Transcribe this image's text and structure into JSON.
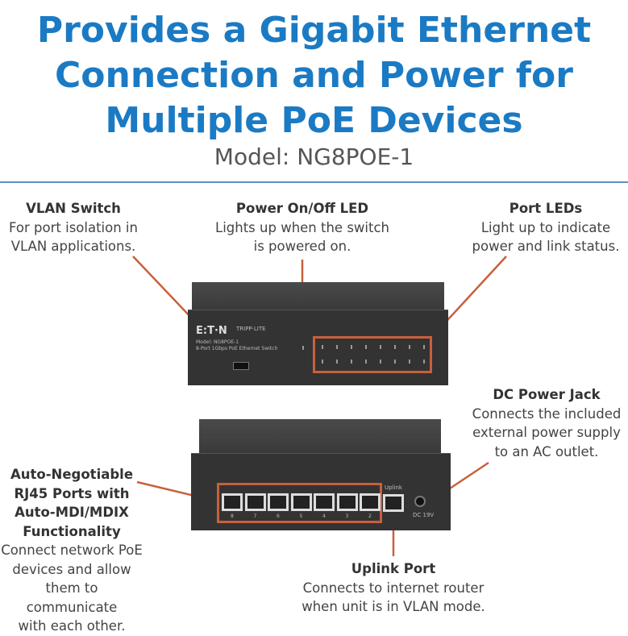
{
  "header": {
    "title_lines": [
      "Provides a Gigabit Ethernet",
      "Connection and Power for",
      "Multiple PoE Devices"
    ],
    "model": "Model: NG8POE-1"
  },
  "colors": {
    "title": "#1b7ac4",
    "leader_lines": "#c8603c",
    "divider": "#5b8fc4"
  },
  "callouts": {
    "vlan": {
      "heading": "VLAN Switch",
      "lines": [
        "For port isolation in",
        "VLAN applications."
      ]
    },
    "power_led": {
      "heading": "Power On/Off LED",
      "lines": [
        "Lights up when the switch",
        "is powered on."
      ]
    },
    "port_leds": {
      "heading": "Port LEDs",
      "lines": [
        "Light up to indicate",
        "power and link status."
      ]
    },
    "dc_jack": {
      "heading": "DC Power Jack",
      "lines": [
        "Connects the included",
        "external power supply",
        "to an AC outlet."
      ]
    },
    "rj45": {
      "heading_lines": [
        "Auto-Negotiable",
        "RJ45 Ports with",
        "Auto-MDI/MDIX",
        "Functionality"
      ],
      "lines": [
        "Connect network PoE",
        "devices and allow",
        "them to communicate",
        "with each other."
      ]
    },
    "uplink": {
      "heading": "Uplink Port",
      "lines": [
        "Connects to internet router",
        "when unit is in VLAN mode."
      ]
    }
  },
  "device": {
    "logo": "E:T·N",
    "brand": "TRIPP·LITE",
    "model_label": "Model: NG8POE-1",
    "desc": "8-Port 1Gbps PoE Ethernet Switch",
    "uplink_label": "Uplink",
    "dc_label": "DC 19V",
    "port_numbers": [
      "8",
      "7",
      "6",
      "5",
      "4",
      "3",
      "2"
    ]
  }
}
